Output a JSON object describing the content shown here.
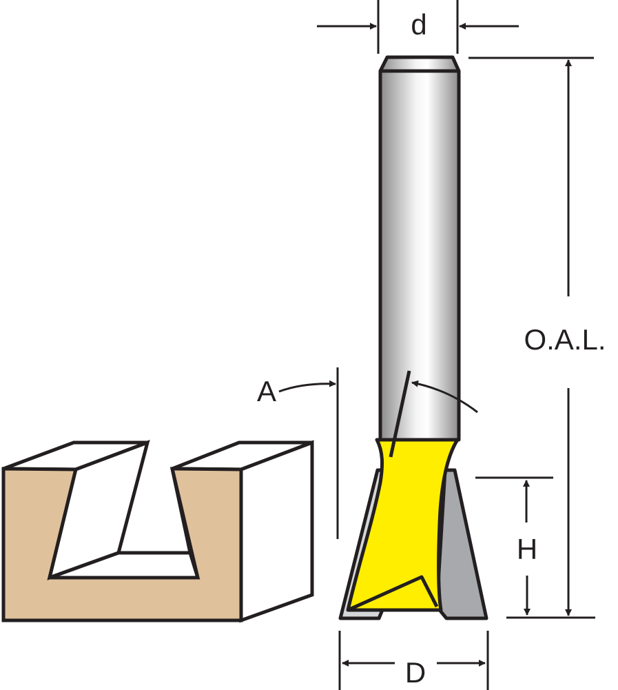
{
  "diagram": {
    "subject": "Dovetail router bit dimension diagram",
    "labels": {
      "shank_diameter": "d",
      "overall_length": "O.A.L.",
      "angle": "A",
      "cutting_height": "H",
      "cutting_diameter": "D"
    },
    "colors": {
      "outline": "#231f20",
      "shank_light": "#f2f2f2",
      "shank_dark": "#8c8c8c",
      "flute_yellow": "#ffee00",
      "carbide_light": "#d4d6d8",
      "carbide_dark": "#a7a9ac",
      "wood": "#dfc19c",
      "background": "#ffffff"
    }
  }
}
